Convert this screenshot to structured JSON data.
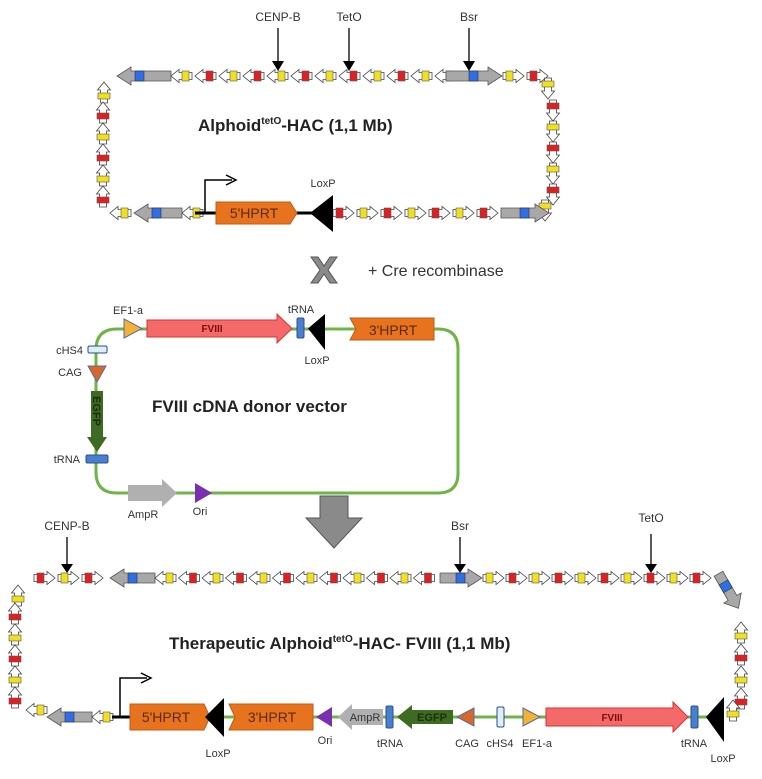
{
  "figure": {
    "top_construct": {
      "title": "Alphoid",
      "title_superscript": "tetO",
      "title_suffix": "-HAC (1,1 Mb)",
      "markers": [
        "CENP-B",
        "TetO",
        "Bsr"
      ],
      "box_label": "5'HPRT",
      "loxp_label": "LoxP"
    },
    "recombination": {
      "label": "+ Cre recombinase"
    },
    "donor_vector": {
      "title": "FVIII cDNA donor vector",
      "labels": {
        "ef1a": "EF1-a",
        "fviii": "FVIII",
        "trna_top": "tRNA",
        "loxp": "LoxP",
        "hprt3": "3'HPRT",
        "chs4": "cHS4",
        "cag": "CAG",
        "egfp": "EGFP",
        "trna_left": "tRNA",
        "ampr": "AmpR",
        "ori": "Ori"
      }
    },
    "bottom_construct": {
      "title": "Therapeutic Alphoid",
      "title_superscript": "tetO",
      "title_suffix": "-HAC- FVIII (1,1 Mb)",
      "markers": [
        "CENP-B",
        "Bsr",
        "TetO"
      ],
      "labels": {
        "hprt5": "5'HPRT",
        "hprt3": "3'HPRT",
        "loxp_left": "LoxP",
        "ori": "Ori",
        "ampr": "AmpR",
        "trna_left": "tRNA",
        "egfp": "EGFP",
        "cag": "CAG",
        "chs4": "cHS4",
        "ef1a": "EF1-a",
        "fviii": "FVIII",
        "trna_right": "tRNA",
        "loxp_right": "LoxP"
      }
    },
    "colors": {
      "hprt": "#e8731f",
      "fviii": "#f46a6a",
      "egfp": "#3e6b22",
      "backbone": "#6fb446",
      "trna": "#4a7fd0",
      "ori": "#7a2fb0",
      "ampr": "#b0b0b0",
      "ef1a": "#f2b233",
      "cag": "#d8682a",
      "tetO_red": "#e02020",
      "cenpb_yellow": "#f0e020",
      "bsr_blue": "#2e6fe8",
      "arrow_grey": "#a8a8a8"
    }
  }
}
